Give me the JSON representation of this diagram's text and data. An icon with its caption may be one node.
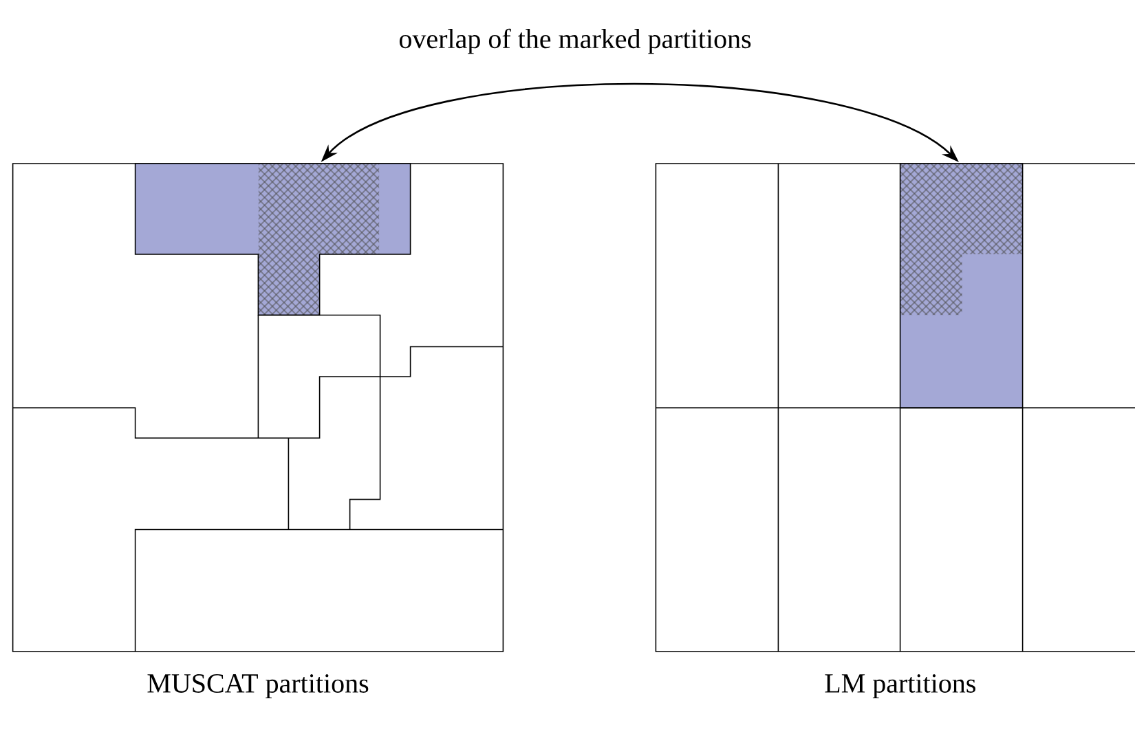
{
  "diagram": {
    "nodes": [
      {
        "text": [
          "MUSCAT partitions"
        ]
      },
      {
        "text": [],
        "shape": "box",
        "in": 0
      },
      {
        "text": [
          "LM partitions"
        ]
      },
      {
        "text": [],
        "shape": "box",
        "in": 2
      }
    ],
    "edges": [
      {
        "from": 1,
        "to": 3,
        "arrow": "both",
        "label": "overlap of the marked partitions"
      }
    ]
  }
}
